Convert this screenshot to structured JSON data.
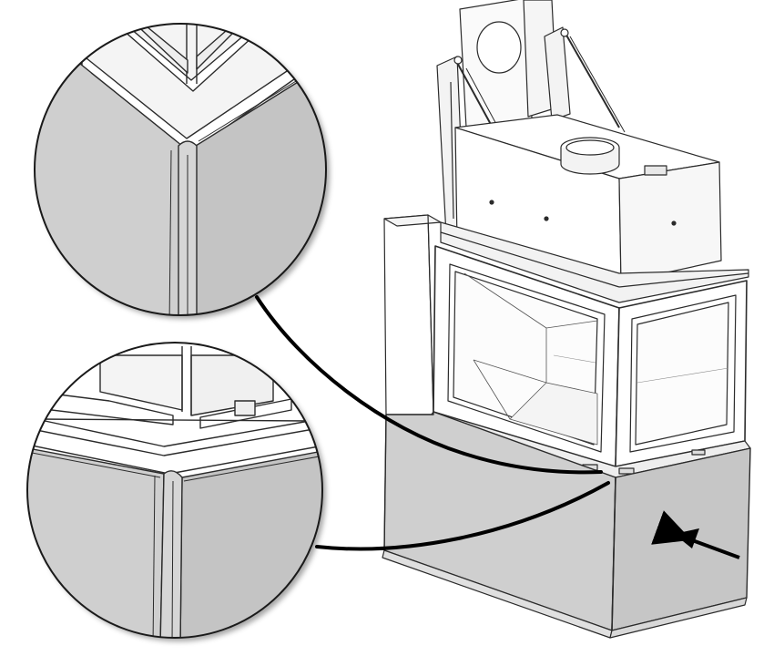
{
  "diagram": {
    "subject": "corner-fireplace-insert-with-base-cladding",
    "views": [
      {
        "id": "detail-top",
        "shows": "top-corner-joint-of-cladding"
      },
      {
        "id": "detail-bottom",
        "shows": "base-corner-joint-of-cladding"
      },
      {
        "id": "main",
        "shows": "fireplace-assembly"
      }
    ],
    "colors": {
      "line": "#2b2b2b",
      "panel_fill": "#cfcfcf",
      "panel_fill_dark": "#bdbdbd",
      "paper": "#ffffff",
      "light_fill": "#f2f2f2"
    },
    "icons": [
      "leader-curve",
      "direction-arrow"
    ]
  }
}
